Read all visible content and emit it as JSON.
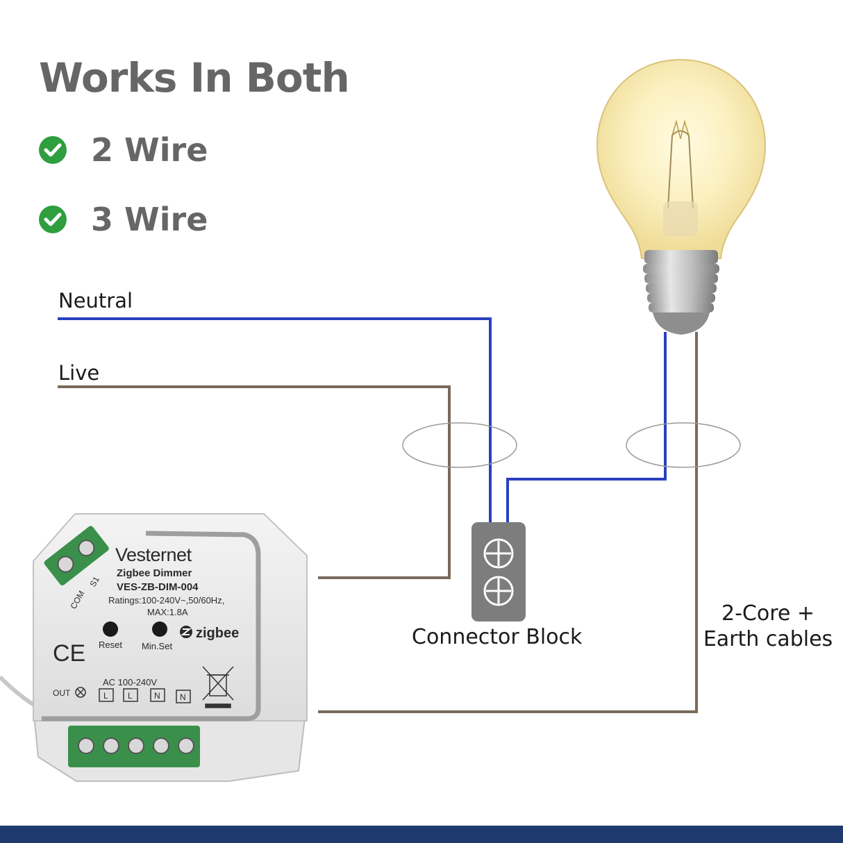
{
  "heading": "Works In Both",
  "features": [
    {
      "label": "2 Wire",
      "icon": "check-circle-icon"
    },
    {
      "label": "3 Wire",
      "icon": "check-circle-icon"
    }
  ],
  "wires": {
    "neutral_label": "Neutral",
    "live_label": "Live",
    "neutral_color": "#2a3fbf",
    "live_color": "#7a6a5a"
  },
  "connector_block": {
    "label": "Connector Block"
  },
  "cable_note": {
    "line1": "2-Core +",
    "line2": "Earth cables"
  },
  "device": {
    "brand": "Vesternet",
    "product": "Zigbee Dimmer",
    "model": "VES-ZB-DIM-004",
    "ratings": "Ratings:100-240V~,50/60Hz,",
    "max": "MAX:1.8A",
    "reset_label": "Reset",
    "minset_label": "Min.Set",
    "zigbee_label": "zigbee",
    "ce_mark": "CE",
    "ac_label": "AC 100-240V",
    "out_label": "OUT",
    "terminals": [
      "L",
      "L",
      "N",
      "N"
    ],
    "side_terminals": [
      "COM",
      "S1"
    ]
  },
  "colors": {
    "check_green": "#2e9e3e",
    "heading_gray": "#666666",
    "bar_navy": "#1e3a6e"
  }
}
